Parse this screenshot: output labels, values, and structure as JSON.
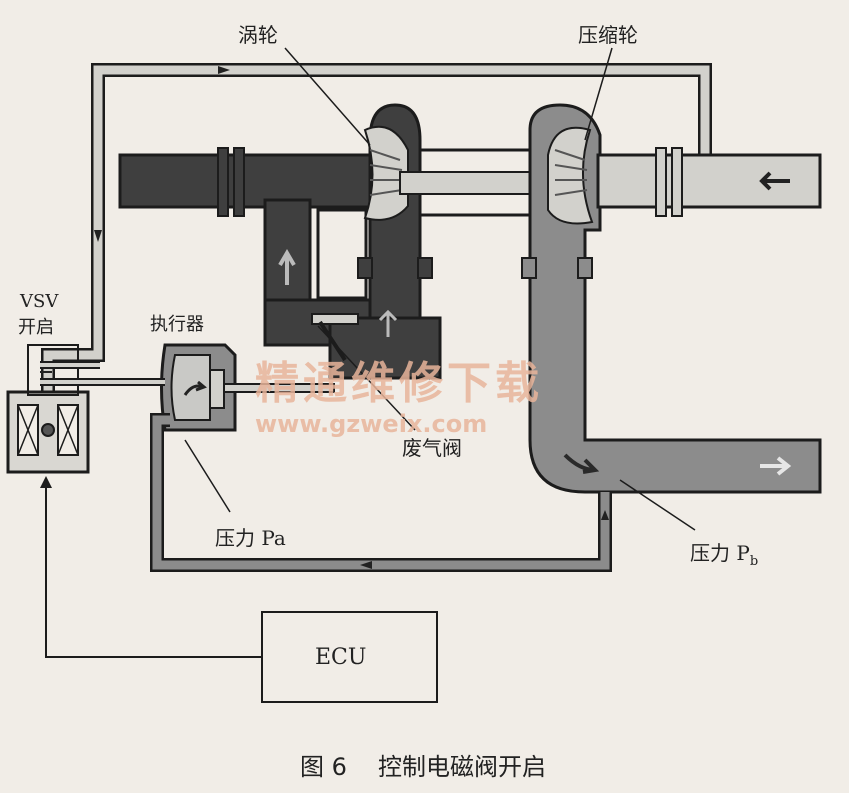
{
  "labels": {
    "turbine": "涡轮",
    "compressor": "压缩轮",
    "vsv": "VSV",
    "vsv_state": "开启",
    "actuator": "执行器",
    "wastegate": "废气阀",
    "pressure_a": "压力 Pa",
    "pressure_b_prefix": "压力 P",
    "pressure_b_sub": "b",
    "ecu": "ECU"
  },
  "caption": {
    "figure": "图 6",
    "title": "控制电磁阀开启"
  },
  "watermark": {
    "text": "精通维修下载",
    "url": "www.gzweix.com",
    "color": "#e7b49a"
  },
  "colors": {
    "exhaust": "#3f3f3f",
    "boost": "#8c8c8c",
    "intake": "#d2d1cc",
    "outline": "#1c1c1c",
    "background": "#f1ede7"
  }
}
